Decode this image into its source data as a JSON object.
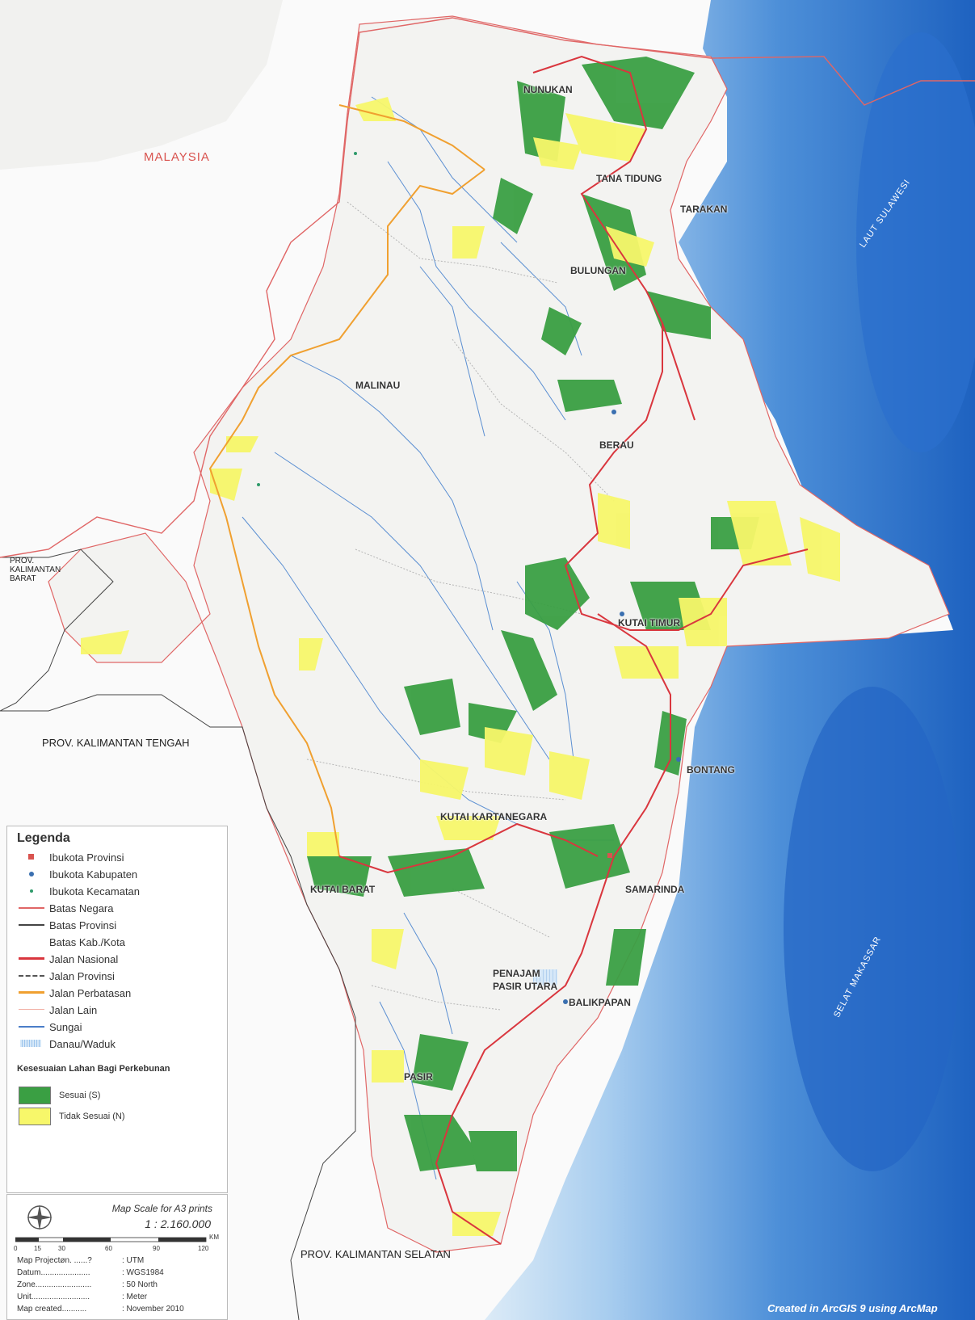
{
  "map": {
    "country_label": "MALAYSIA",
    "provinces": [
      "PROV. KALIMANTAN BARAT",
      "PROV. KALIMANTAN TENGAH",
      "PROV. KALIMANTAN SELATAN"
    ],
    "province_barat_lines": [
      "PROV.",
      "KALIMANTAN",
      "BARAT"
    ],
    "seas": [
      "LAUT SULAWESI",
      "SELAT MAKASSAR"
    ],
    "regencies": [
      "NUNUKAN",
      "TANA TIDUNG",
      "TARAKAN",
      "BULUNGAN",
      "MALINAU",
      "BERAU",
      "KUTAI TIMUR",
      "BONTANG",
      "KUTAI KARTANEGARA",
      "KUTAI BARAT",
      "SAMARINDA",
      "PENAJAM",
      "PASIR UTARA",
      "BALIKPAPAN",
      "PASIR"
    ],
    "credit": "Created in ArcGIS 9 using ArcMap"
  },
  "legend": {
    "title": "Legenda",
    "items": [
      {
        "label": "Ibukota Provinsi",
        "symbol": "square",
        "color": "#d9534f"
      },
      {
        "label": "Ibukota Kabupaten",
        "symbol": "dot",
        "color": "#3a6fb0"
      },
      {
        "label": "Ibukota Kecamatan",
        "symbol": "small-dot",
        "color": "#2e9a6a"
      },
      {
        "label": "Batas Negara",
        "symbol": "line",
        "color": "#e06666"
      },
      {
        "label": "Batas Provinsi",
        "symbol": "line",
        "color": "#444444"
      },
      {
        "label": "Batas Kab./Kota",
        "symbol": "none",
        "color": "#999999"
      },
      {
        "label": "Jalan Nasional",
        "symbol": "thick-line",
        "color": "#d9363e"
      },
      {
        "label": "Jalan Provinsi",
        "symbol": "dashed-line",
        "color": "#555555"
      },
      {
        "label": "Jalan Perbatasan",
        "symbol": "thick-line",
        "color": "#f0a030"
      },
      {
        "label": "Jalan Lain",
        "symbol": "thin-line",
        "color": "#f2b3a8"
      },
      {
        "label": "Sungai",
        "symbol": "line",
        "color": "#4a7ec8"
      },
      {
        "label": "Danau/Waduk",
        "symbol": "hatch",
        "color": "#9cc4ec"
      }
    ],
    "suitability_title": "Kesesuaian Lahan Bagi Perkebunan",
    "classes": [
      {
        "label": "Sesuai (S)",
        "color": "#3a9f43"
      },
      {
        "label": "Tidak Sesuai (N)",
        "color": "#f7f76a"
      }
    ]
  },
  "scale": {
    "title": "Map Scale for A3 prints",
    "ratio": "1 : 2.160.000",
    "ticks": [
      "0",
      "15",
      "30",
      "60",
      "90",
      "120"
    ],
    "unit_label": "KM",
    "meta": [
      {
        "key": "Map Projectøn. ......?",
        "value": ": UTM"
      },
      {
        "key": "Datum......................",
        "value": ": WGS1984"
      },
      {
        "key": "Zone.........................",
        "value": ": 50 North"
      },
      {
        "key": "Unit..........................",
        "value": ": Meter"
      },
      {
        "key": "Map created...........",
        "value": ": November 2010"
      }
    ]
  },
  "colors": {
    "land": "#f4f4f2",
    "sea_light": "#b9d9f2",
    "sea_deep": "#1f67c4",
    "suitable": "#3a9f43",
    "unsuitable": "#f7f76a"
  }
}
